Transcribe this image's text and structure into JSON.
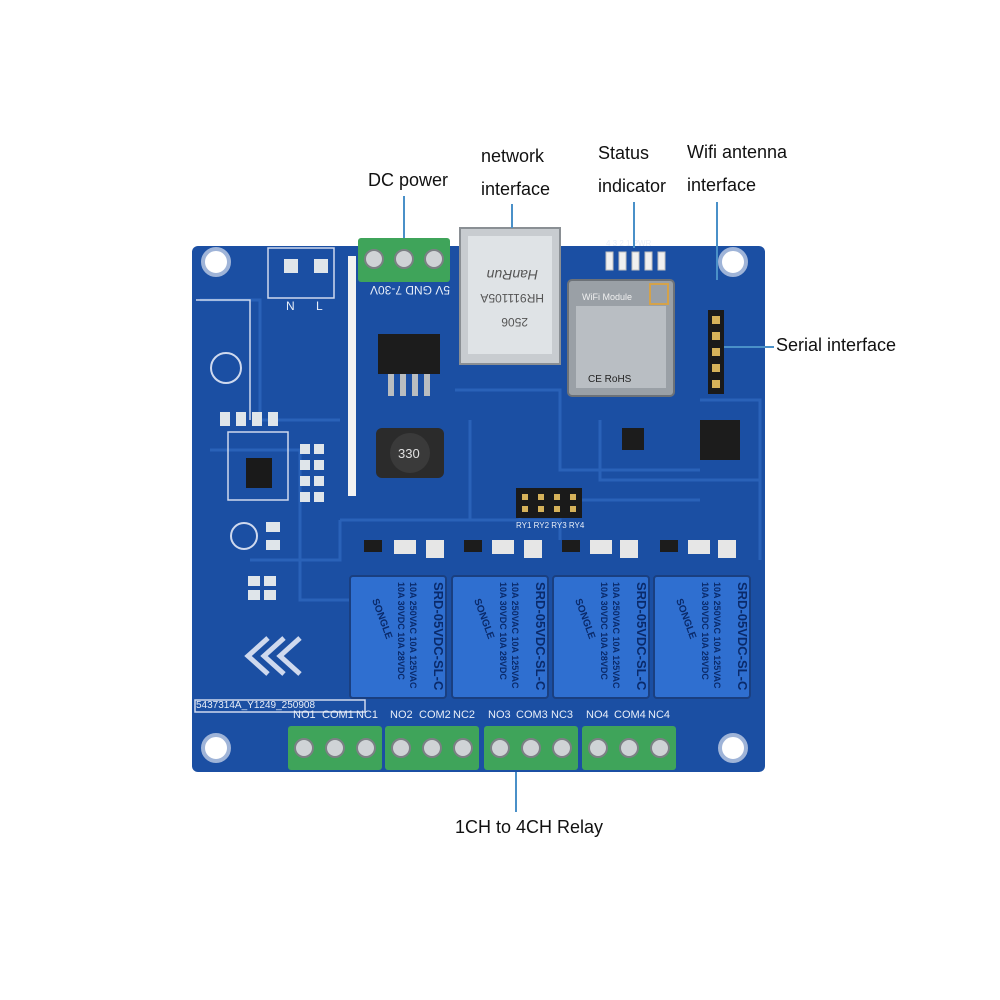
{
  "labels": {
    "dc_power": "DC power",
    "network_interface_line1": "network",
    "network_interface_line2": "interface",
    "status_indicator_line1": "Status",
    "status_indicator_line2": "indicator",
    "wifi_antenna_line1": "Wifi antenna",
    "wifi_antenna_line2": "interface",
    "serial_interface": "Serial interface",
    "relay": "1CH to 4CH Relay"
  },
  "board": {
    "power_silk": "5V GND 7-30V",
    "ac_silk_n": "N",
    "ac_silk_l": "L",
    "rj45_brand": "HanRun",
    "rj45_model": "HR911105A",
    "rj45_date": "2506",
    "wifi_module": "WiFi Module",
    "ce_rohs": "CE RoHS",
    "inductor": "330",
    "indicator_silk": "4 3 2 1 PWR",
    "jumper_silk": "RY1 RY2 RY3 RY4",
    "pcb_code": "5437314A_Y1249_250908",
    "relay_brand": "SONGLE",
    "relay_model": "SRD-05VDC-SL-C",
    "relay_rating1": "10A 250VAC 10A 125VAC",
    "relay_rating2": "10A 30VDC 10A 28VDC",
    "terminals": [
      "NO1",
      "COM1",
      "NC1",
      "NO2",
      "COM2",
      "NC2",
      "NO3",
      "COM3",
      "NC3",
      "NO4",
      "COM4",
      "NC4"
    ]
  },
  "colors": {
    "pcb": "#1b4fa3",
    "pcb_trace": "#2a62b8",
    "terminal": "#3fa45a",
    "relay": "#2f6fd0",
    "leader": "#4a90c8"
  }
}
